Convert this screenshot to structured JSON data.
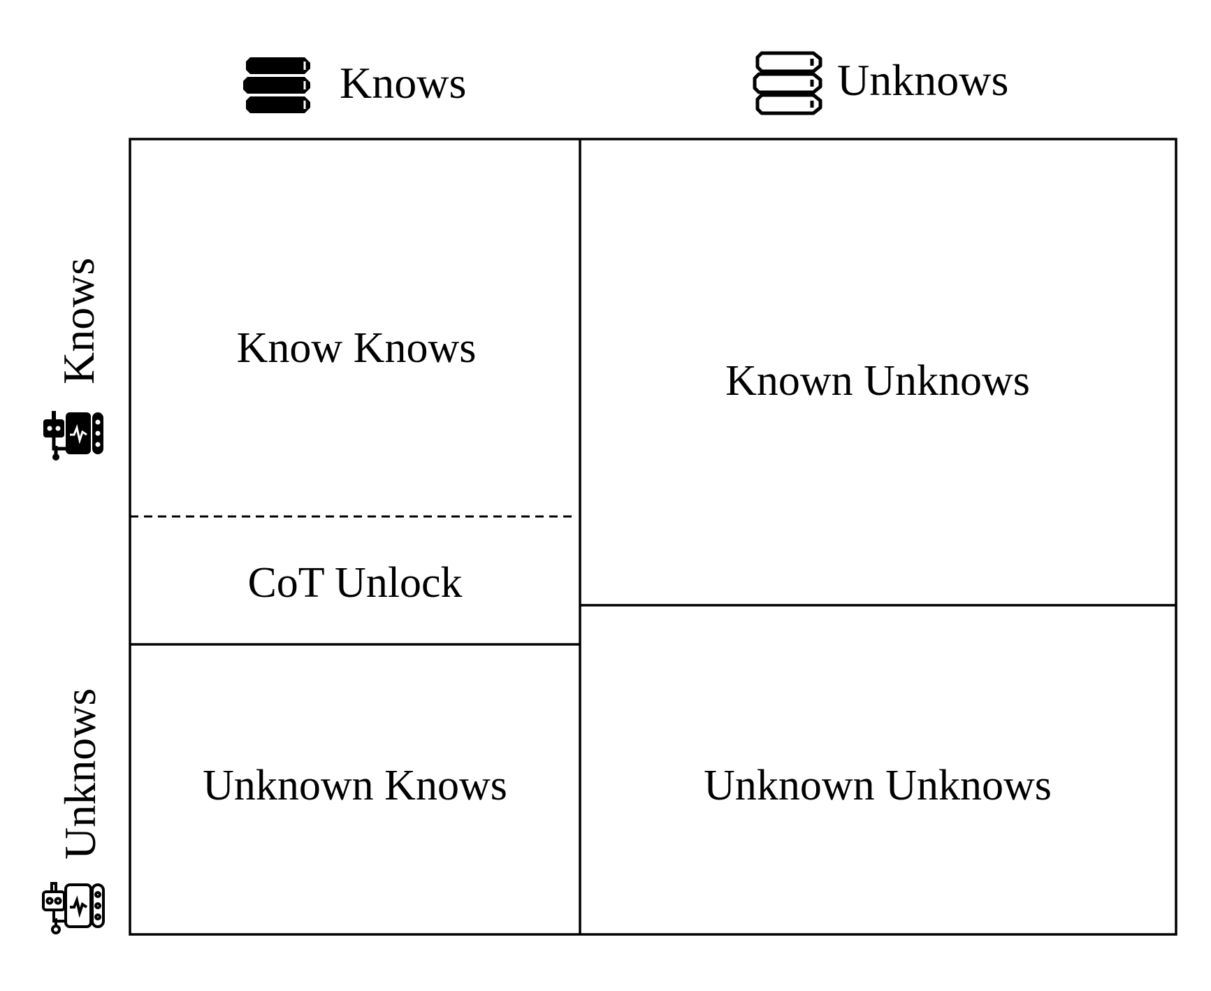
{
  "columns": {
    "knows": {
      "label": "Knows",
      "icon": "books-stack-solid-icon"
    },
    "unknows": {
      "label": "Unknows",
      "icon": "books-stack-outline-icon"
    }
  },
  "rows": {
    "knows": {
      "label": "Knows",
      "icon": "robot-solid-icon"
    },
    "unknows": {
      "label": "Unknows",
      "icon": "robot-outline-icon"
    }
  },
  "cells": {
    "know_knows": "Know Knows",
    "cot_unlock": "CoT Unlock",
    "known_unknows": "Known Unknows",
    "unknown_knows": "Unknown Knows",
    "unknown_unknows": "Unknown Unknows"
  },
  "colors": {
    "line": "#000000",
    "background": "#ffffff"
  }
}
